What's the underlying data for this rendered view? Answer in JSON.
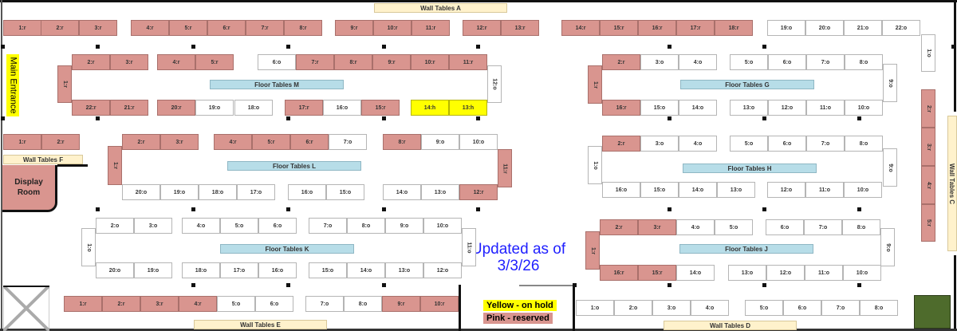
{
  "title": "Floor plan table reservations",
  "labels": {
    "main_entrance": "Main Entrance",
    "display_room_line1": "Display",
    "display_room_line2": "Room",
    "updated_line1": "Updated as of",
    "updated_line2": "3/3/26",
    "legend_hold": "Yellow - on hold",
    "legend_reserved": "Pink - reserved",
    "floor_m": "Floor Tables M",
    "floor_g": "Floor Tables G",
    "floor_l": "Floor Tables L",
    "floor_h": "Floor Tables H",
    "floor_k": "Floor Tables K",
    "floor_j": "Floor Tables J",
    "wall_a": "Wall Tables A",
    "wall_c": "Wall Tables C",
    "wall_d": "Wall Tables D",
    "wall_e": "Wall Tables E",
    "wall_f": "Wall Tables F"
  },
  "colors": {
    "reserved": "#d9958f",
    "hold": "#ffff00",
    "open": "#ffffff",
    "floor_label": "#b7dde8",
    "wall_label": "#fff2cc",
    "updated_text": "#1f1fff"
  },
  "sections": {
    "wall_a": [
      "1:r",
      "2:r",
      "3:r",
      "4:r",
      "5:r",
      "6:r",
      "7:r",
      "8:r",
      "9:r",
      "10:r",
      "11:r",
      "12:r",
      "13:r",
      "14:r",
      "15:r",
      "16:r",
      "17:r",
      "18:r",
      "19:o",
      "20:o",
      "21:o",
      "22:o"
    ],
    "wall_c": [
      "1:o",
      "2:r",
      "3:r",
      "4:r",
      "5:r"
    ],
    "floor_m": [
      "2:r",
      "3:r",
      "4:r",
      "5:r",
      "6:o",
      "7:r",
      "8:r",
      "9:r",
      "10:r",
      "11:r",
      "1:r",
      "12:o",
      "22:r",
      "21:r",
      "20:r",
      "19:o",
      "18:o",
      "17:r",
      "16:o",
      "15:r",
      "14:h",
      "13:h"
    ],
    "floor_g": [
      "2:r",
      "3:o",
      "4:o",
      "5:o",
      "6:o",
      "7:o",
      "8:o",
      "1:r",
      "9:o",
      "16:r",
      "15:o",
      "14:o",
      "13:o",
      "12:o",
      "11:o",
      "10:o"
    ],
    "wall_f": [
      "1:r",
      "2:r"
    ],
    "floor_l": [
      "2:r",
      "3:r",
      "4:r",
      "5:r",
      "6:r",
      "7:o",
      "8:r",
      "9:o",
      "10:o",
      "1:r",
      "11:r",
      "20:o",
      "19:o",
      "18:o",
      "17:o",
      "16:o",
      "15:o",
      "14:o",
      "13:o",
      "12:r"
    ],
    "floor_h": [
      "2:r",
      "3:o",
      "4:o",
      "5:o",
      "6:o",
      "7:o",
      "8:o",
      "1:o",
      "9:o",
      "16:o",
      "15:o",
      "14:o",
      "13:o",
      "12:o",
      "11:o",
      "10:o"
    ],
    "floor_k": [
      "2:o",
      "3:o",
      "4:o",
      "5:o",
      "6:o",
      "7:o",
      "8:o",
      "9:o",
      "10:o",
      "1:o",
      "11:o",
      "20:o",
      "19:o",
      "18:o",
      "17:o",
      "16:o",
      "15:o",
      "14:o",
      "13:o",
      "12:o"
    ],
    "wall_e": [
      "1:r",
      "2:r",
      "3:r",
      "4:r",
      "5:o",
      "6:o",
      "7:o",
      "8:o",
      "9:r",
      "10:r"
    ],
    "floor_j": [
      "2:r",
      "3:r",
      "4:o",
      "5:o",
      "6:o",
      "7:o",
      "8:o",
      "1:r",
      "9:o",
      "16:r",
      "15:r",
      "14:o",
      "13:o",
      "12:o",
      "11:o",
      "10:o"
    ],
    "wall_d": [
      "1:o",
      "2:o",
      "3:o",
      "4:o",
      "5:o",
      "6:o",
      "7:o",
      "8:o"
    ]
  }
}
